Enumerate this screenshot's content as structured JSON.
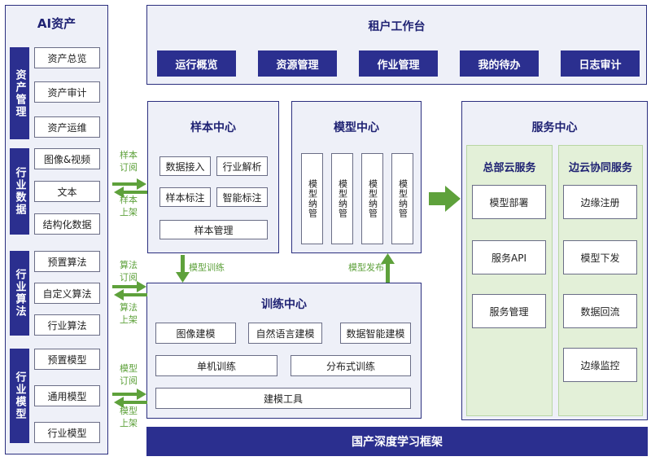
{
  "ai_assets": {
    "title": "AI资产",
    "groups": [
      {
        "label": "资产管理",
        "items": [
          "资产总览",
          "资产审计",
          "资产运维"
        ]
      },
      {
        "label": "行业数据",
        "items": [
          "图像&视频",
          "文本",
          "结构化数据"
        ]
      },
      {
        "label": "行业算法",
        "items": [
          "预置算法",
          "自定义算法",
          "行业算法"
        ]
      },
      {
        "label": "行业模型",
        "items": [
          "预置模型",
          "通用模型",
          "行业模型"
        ]
      }
    ]
  },
  "tenant": {
    "title": "租户工作台",
    "buttons": [
      "运行概览",
      "资源管理",
      "作业管理",
      "我的待办",
      "日志审计"
    ]
  },
  "sample_center": {
    "title": "样本中心",
    "items": [
      "数据接入",
      "行业解析",
      "样本标注",
      "智能标注"
    ],
    "footer": "样本管理"
  },
  "model_center": {
    "title": "模型中心",
    "columns": [
      "模型纳管",
      "模型纳管",
      "模型纳管",
      "模型纳管"
    ]
  },
  "training_center": {
    "title": "训练中心",
    "row1": [
      "图像建模",
      "自然语言建模",
      "数据智能建模"
    ],
    "row2": [
      "单机训练",
      "分布式训练"
    ],
    "row3": "建模工具"
  },
  "service_center": {
    "title": "服务中心",
    "hq": {
      "title": "总部云服务",
      "items": [
        "模型部署",
        "服务API",
        "服务管理"
      ]
    },
    "edge": {
      "title": "边云协同服务",
      "items": [
        "边缘注册",
        "模型下发",
        "数据回流",
        "边缘监控"
      ]
    }
  },
  "arrows": {
    "sample_sub": [
      "样本",
      "订阅"
    ],
    "sample_pub": [
      "样本",
      "上架"
    ],
    "algo_sub": [
      "算法",
      "订阅"
    ],
    "algo_pub": [
      "算法",
      "上架"
    ],
    "model_sub": [
      "模型",
      "订阅"
    ],
    "model_pub": [
      "模型",
      "上架"
    ],
    "model_train": "模型训练",
    "model_release": "模型发布"
  },
  "footer": "国产深度学习框架",
  "colors": {
    "navy": "#2b2f8f",
    "green": "#5ea13b",
    "panel": "#eef0f8",
    "green_panel": "#e3f0d8"
  }
}
